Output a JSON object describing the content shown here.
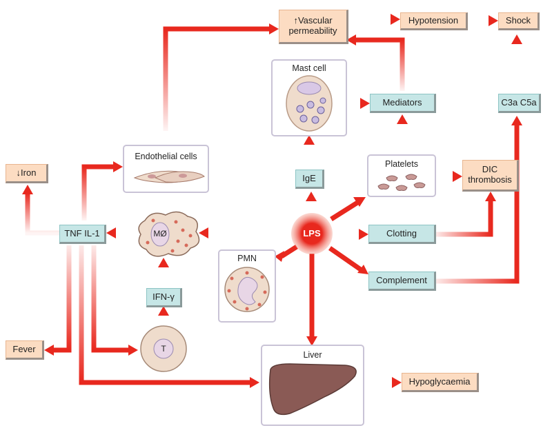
{
  "nodes": {
    "vascular": "↑Vascular permeability",
    "hypotension": "Hypotension",
    "shock": "Shock",
    "iron": "↓Iron",
    "fever": "Fever",
    "tnf": "TNF IL-1",
    "ifn": "IFN-γ",
    "ige": "IgE",
    "mediators": "Mediators",
    "c3a": "C3a C5a",
    "dic": "DIC thrombosis",
    "clotting": "Clotting",
    "complement": "Complement",
    "hypoglycaemia": "Hypoglycaemia",
    "lps": "LPS"
  },
  "panels": {
    "mast": "Mast cell",
    "endothelial": "Endothelial cells",
    "platelets": "Platelets",
    "pmn": "PMN",
    "liver": "Liver"
  },
  "cells": {
    "macrophage": "MØ",
    "tcell": "T"
  },
  "colors": {
    "arrow": "#e8281e",
    "orange_box": "#fcdcc2",
    "teal_box": "#c6e6e6",
    "cell_fill": "#efdccc",
    "liver_fill": "#8a5a55"
  }
}
